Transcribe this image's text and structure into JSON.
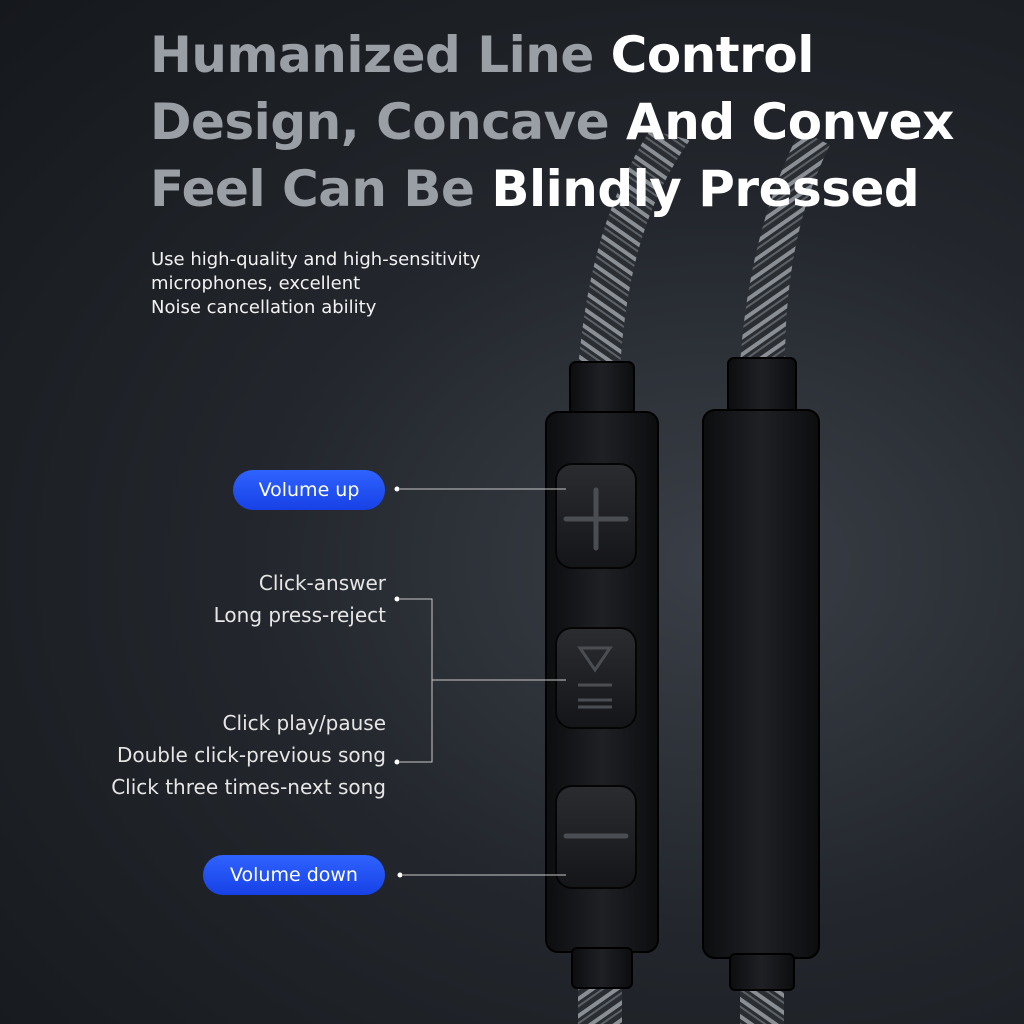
{
  "headline": {
    "line1": {
      "a": "Humanized Line ",
      "b": "Control"
    },
    "line2": {
      "a": "Design, Concave ",
      "b": "And Convex"
    },
    "line3": {
      "a": "Feel Can Be ",
      "b": "Blindly Pressed"
    }
  },
  "subtitle": {
    "line1": "Use high-quality and high-sensitivity",
    "line2": "microphones, excellent",
    "line3": "Noise cancellation ability"
  },
  "callouts": {
    "volume_up": "Volume up",
    "volume_down": "Volume down",
    "click_answer": "Click-answer",
    "long_press_reject": "Long press-reject",
    "click_play_pause": "Click play/pause",
    "double_click_previous": "Double click-previous song",
    "click_three_next": "Click three times-next song"
  },
  "colors": {
    "accent_blue": "#1f4ef0",
    "background": "#1d2025"
  },
  "icons": {
    "plus_button": "plus-icon",
    "play_button": "play-icon",
    "minus_button": "minus-icon"
  }
}
